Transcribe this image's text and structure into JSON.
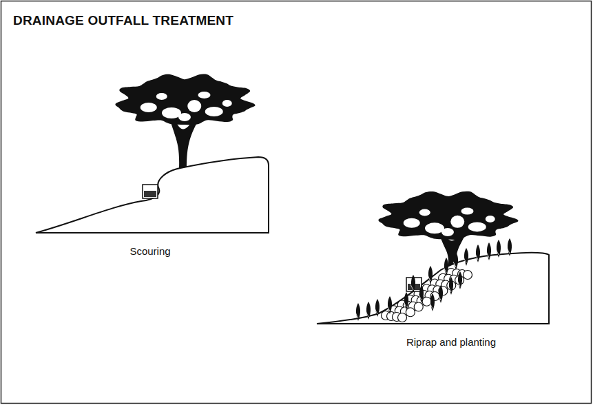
{
  "diagram": {
    "title": "DRAINAGE OUTFALL TREATMENT",
    "labels": [
      "Scouring",
      "Riprap and planting"
    ]
  }
}
